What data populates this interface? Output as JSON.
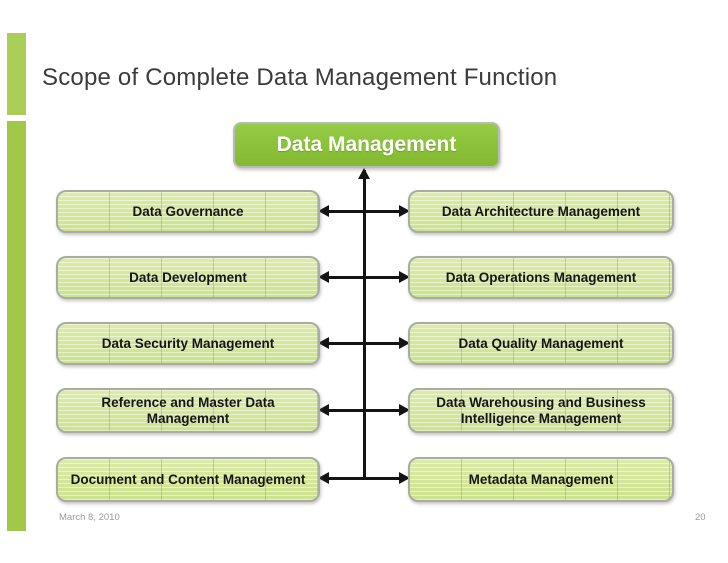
{
  "slide": {
    "title": "Scope of Complete Data Management Function",
    "footer": {
      "date": "March 8, 2010",
      "page_number": "20"
    }
  },
  "diagram": {
    "root_label": "Data Management",
    "left_boxes": [
      {
        "label": "Data Governance"
      },
      {
        "label": "Data Development"
      },
      {
        "label": "Data Security Management"
      },
      {
        "label": "Reference and Master Data Management"
      },
      {
        "label": "Document and Content Management"
      }
    ],
    "right_boxes": [
      {
        "label": "Data Architecture Management"
      },
      {
        "label": "Data Operations Management"
      },
      {
        "label": "Data Quality Management"
      },
      {
        "label": "Data Warehousing and Business Intelligence Management"
      },
      {
        "label": "Metadata Management"
      }
    ],
    "colors": {
      "root_box_green": "#8dc63f",
      "item_box_fill": "#d6e79c",
      "accent_bar_green": "#a5ca4e",
      "connector_black": "#141414",
      "title_gray": "#3b3b3b",
      "footer_gray": "#9b9b9b"
    }
  }
}
